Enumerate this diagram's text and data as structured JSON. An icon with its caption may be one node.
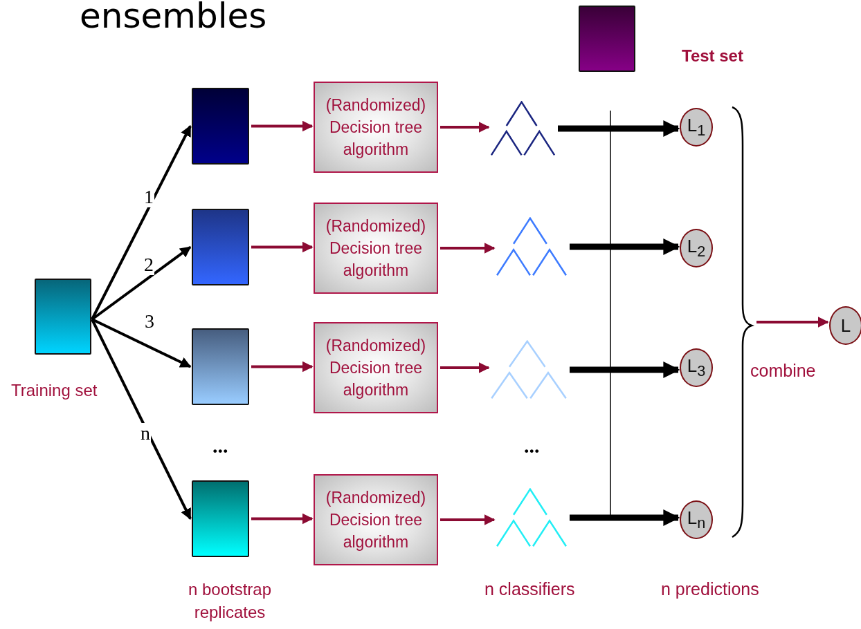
{
  "diagram": {
    "title": "ensembles",
    "nodes": [
      {
        "text": [
          "Training set"
        ]
      },
      {
        "text": [],
        "shape": "box"
      },
      {
        "text": [],
        "shape": "box"
      },
      {
        "text": [],
        "shape": "box"
      },
      {
        "text": [],
        "shape": "box"
      },
      {
        "text": [
          "(Randomized) Decision tree algorithm"
        ]
      },
      {
        "text": [
          "(Randomized) Decision tree algorithm"
        ]
      },
      {
        "text": [
          "(Randomized) Decision tree algorithm"
        ]
      },
      {
        "text": [
          "(Randomized) Decision tree algorithm"
        ]
      },
      {
        "text": [],
        "shape": "picture"
      },
      {
        "text": [],
        "shape": "picture"
      },
      {
        "text": [],
        "shape": "picture"
      },
      {
        "text": [],
        "shape": "picture"
      },
      {
        "text": [
          "L$_{1}$"
        ]
      },
      {
        "text": [
          "L$_{2}$"
        ]
      },
      {
        "text": [
          "L$_{3}$"
        ]
      },
      {
        "text": [
          "L$_{n}$"
        ]
      },
      {
        "text": [
          "Test set"
        ]
      },
      {
        "text": [
          "L"
        ]
      },
      {
        "text": [],
        "shape": "brace"
      }
    ],
    "edges": [
      {
        "from": 0,
        "to": 1,
        "arrow": "to",
        "label": "1",
        "color": "#000000"
      },
      {
        "from": 0,
        "to": 2,
        "arrow": "to",
        "label": "2",
        "color": "#000000"
      },
      {
        "from": 0,
        "to": 3,
        "arrow": "to",
        "label": "3",
        "color": "#000000"
      },
      {
        "from": 0,
        "to": 4,
        "arrow": "to",
        "label": "n",
        "color": "#000000"
      },
      {
        "from": 1,
        "to": 5,
        "arrow": "to",
        "color": "#8b0a32"
      },
      {
        "from": 2,
        "to": 6,
        "arrow": "to",
        "color": "#8b0a32"
      },
      {
        "from": 3,
        "to": 7,
        "arrow": "to",
        "color": "#8b0a32"
      },
      {
        "from": 4,
        "to": 8,
        "arrow": "to",
        "color": "#8b0a32"
      },
      {
        "from": 5,
        "to": 9,
        "arrow": "to",
        "color": "#8b0a32"
      },
      {
        "from": 6,
        "to": 10,
        "arrow": "to",
        "color": "#8b0a32"
      },
      {
        "from": 7,
        "to": 11,
        "arrow": "to",
        "color": "#8b0a32"
      },
      {
        "from": 8,
        "to": 12,
        "arrow": "to",
        "color": "#8b0a32"
      },
      {
        "from": 9,
        "to": 13,
        "arrow": "to",
        "style": "thick",
        "color": "#000000"
      },
      {
        "from": 10,
        "to": 14,
        "arrow": "to",
        "style": "thick",
        "color": "#000000"
      },
      {
        "from": 11,
        "to": 15,
        "arrow": "to",
        "style": "thick",
        "color": "#000000"
      },
      {
        "from": 12,
        "to": 16,
        "arrow": "to",
        "style": "thick",
        "color": "#000000"
      },
      {
        "from": 19,
        "to": 18,
        "arrow": "to",
        "color": "#8b0a32"
      }
    ],
    "labels": [
      "...",
      "...",
      "n bootstrap replicates",
      "n classifiers",
      "n predictions",
      "combine"
    ]
  }
}
